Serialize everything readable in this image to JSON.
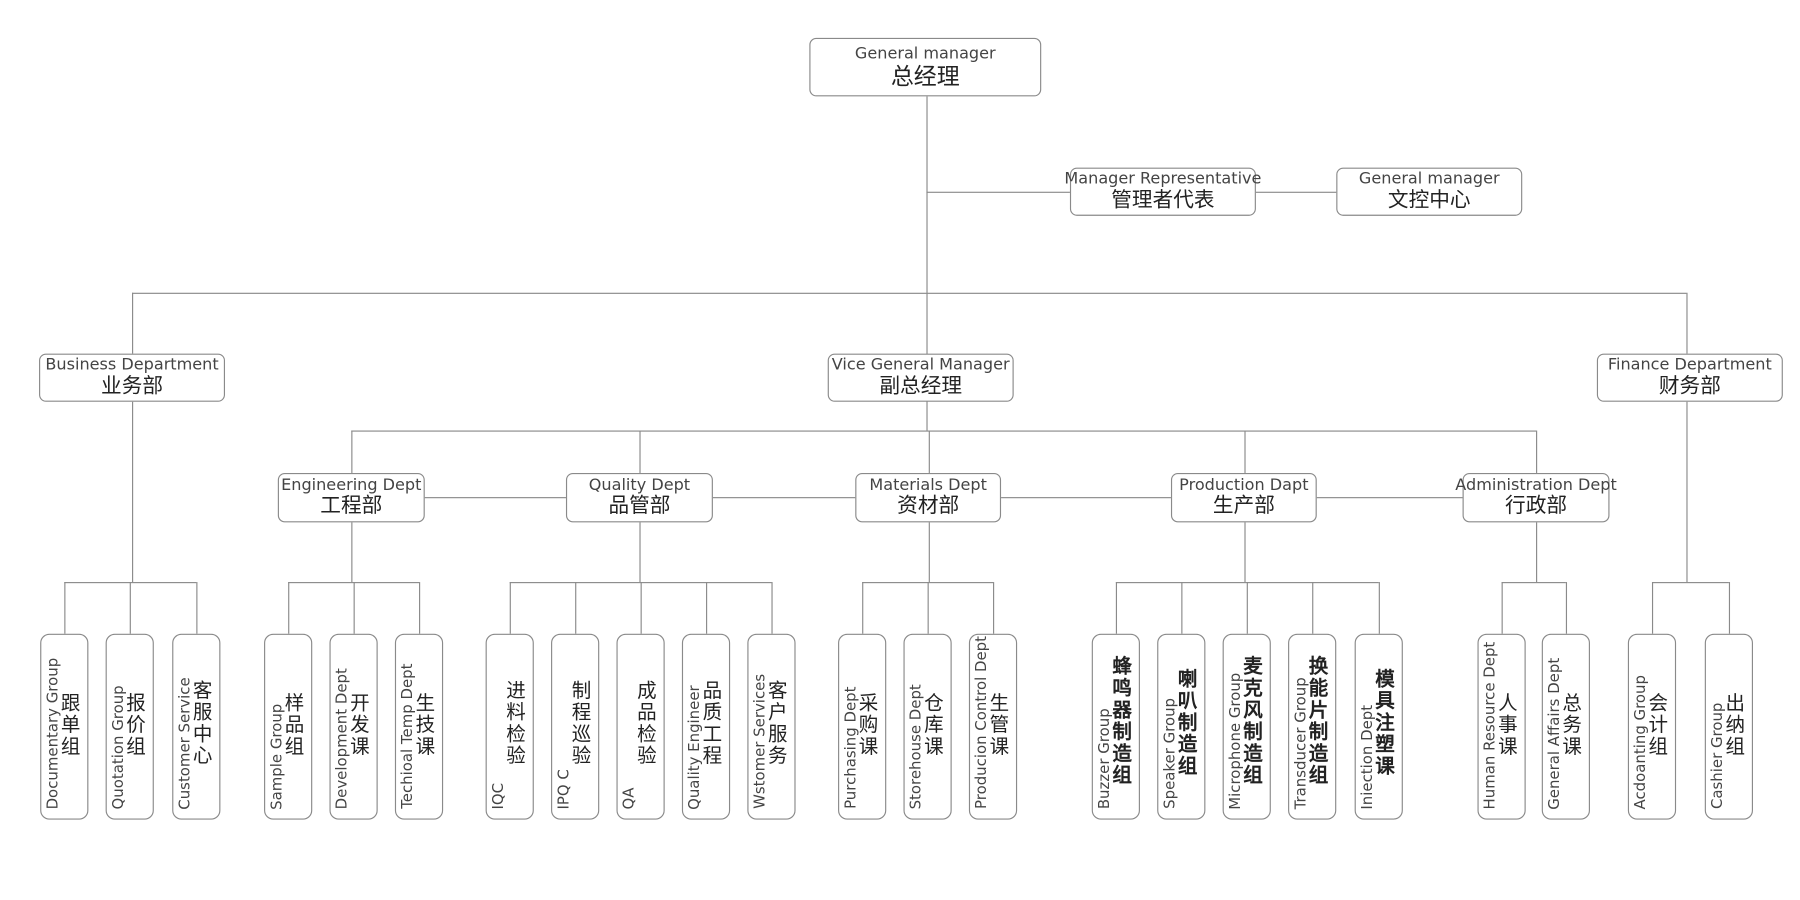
{
  "top": {
    "en": "General manager",
    "zh": "总经理"
  },
  "manager_rep": {
    "en": "Manager Representative",
    "zh": "管理者代表"
  },
  "doc_control": {
    "en": "General manager",
    "zh": "文控中心"
  },
  "business": {
    "en": "Business Department",
    "zh": "业务部"
  },
  "vice": {
    "en": "Vice General Manager",
    "zh": "副总经理"
  },
  "finance": {
    "en": "Finance Department",
    "zh": "财务部"
  },
  "depts": [
    {
      "en": "Engineering Dept",
      "zh": "工程部"
    },
    {
      "en": "Quality Dept",
      "zh": "品管部"
    },
    {
      "en": "Materials Dept",
      "zh": "资材部"
    },
    {
      "en": "Production Dapt",
      "zh": "生产部"
    },
    {
      "en": "Administration Dept",
      "zh": "行政部"
    }
  ],
  "leaves": {
    "business": [
      {
        "en": "Documentary Group",
        "zh": "跟单组"
      },
      {
        "en": "Quotation Group",
        "zh": "报价组"
      },
      {
        "en": "Customer Service",
        "zh": "客服中心"
      }
    ],
    "engineering": [
      {
        "en": "Sample Group",
        "zh": "样品组"
      },
      {
        "en": "Development Dept",
        "zh": "开发课"
      },
      {
        "en": "Techioal Temp Dept",
        "zh": "生技课"
      }
    ],
    "quality": [
      {
        "en": "IQC",
        "zh": "进料检验"
      },
      {
        "en": "IPQ C",
        "zh": "制程巡验"
      },
      {
        "en": "QA",
        "zh": "成品检验"
      },
      {
        "en": "Quality Engineer",
        "zh": "品质工程"
      },
      {
        "en": "Wstomer Services",
        "zh": "客户服务"
      }
    ],
    "materials": [
      {
        "en": "Purchasing Dept",
        "zh": "采购课"
      },
      {
        "en": "Storehouse Dept",
        "zh": "仓库课"
      },
      {
        "en": "Producion Control Dept",
        "zh": "生管课"
      }
    ],
    "production": [
      {
        "en": "Buzzer Group",
        "zh": "蜂鸣器制造组"
      },
      {
        "en": "Speaker Group",
        "zh": "喇叭制造组"
      },
      {
        "en": "Microphone Group",
        "zh": "麦克风制造组"
      },
      {
        "en": "Transducer Group",
        "zh": "换能片制造组"
      },
      {
        "en": "Iniection Dept",
        "zh": "模具注塑课"
      }
    ],
    "administration": [
      {
        "en": "Human Resource Dept",
        "zh": "人事课"
      },
      {
        "en": "General Affairs Dept",
        "zh": "总务课"
      }
    ],
    "finance": [
      {
        "en": "Acdoanting Group",
        "zh": "会计组"
      },
      {
        "en": "Cashier Group",
        "zh": "出纳组"
      }
    ]
  },
  "colors": {
    "line": "#8a8a8a",
    "border": "#8a8a8a"
  }
}
